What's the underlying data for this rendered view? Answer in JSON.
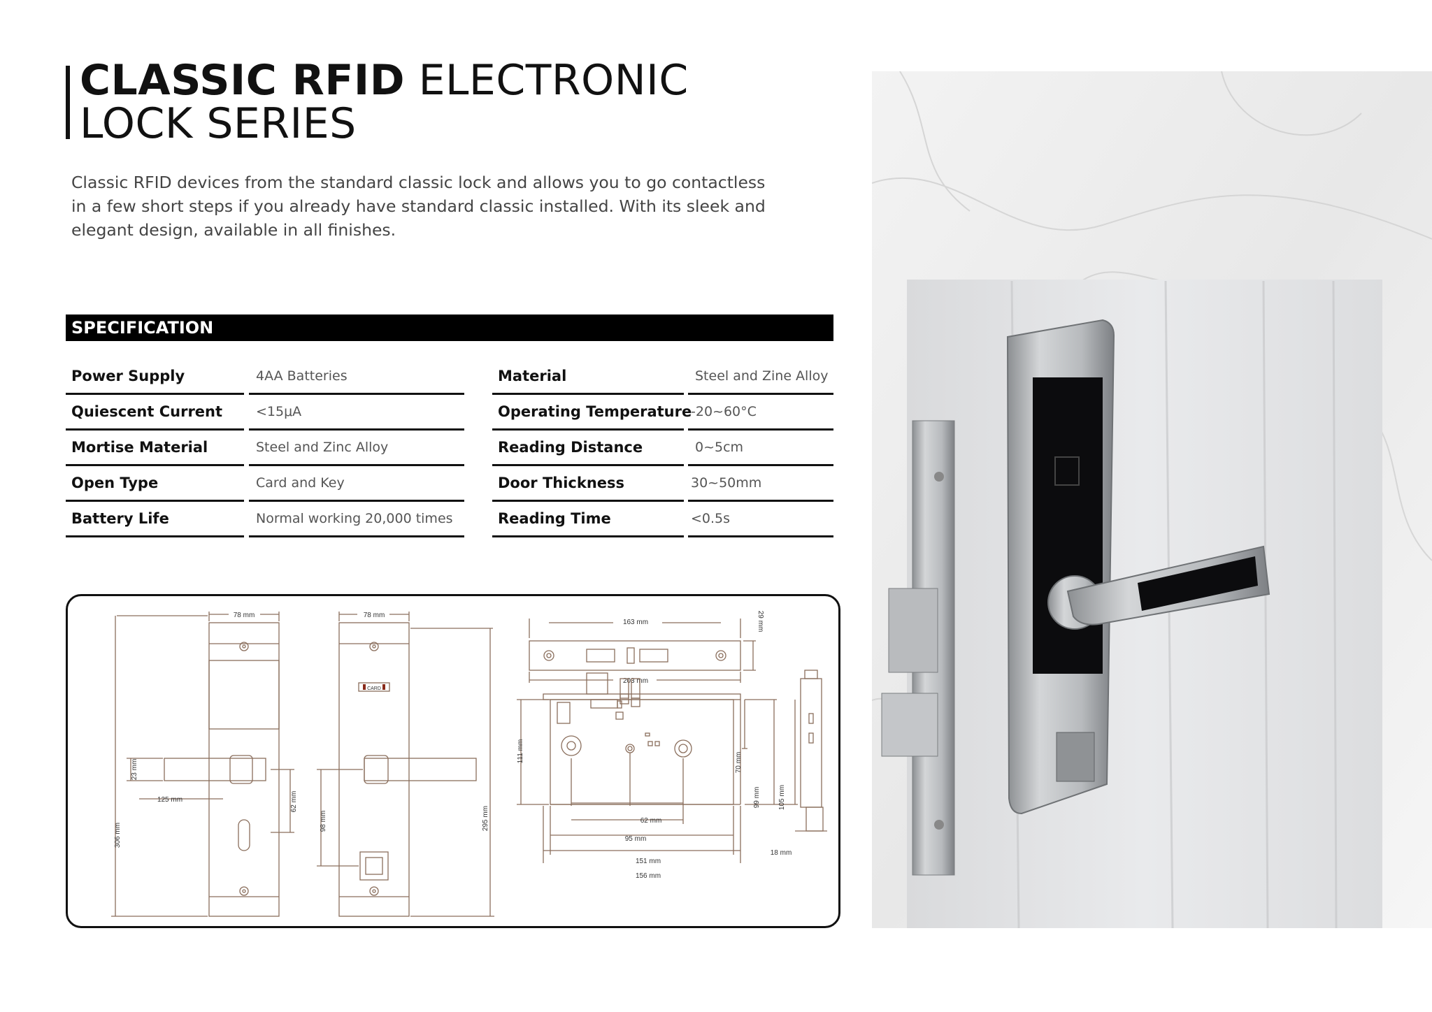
{
  "title": {
    "bold": "CLASSIC RFID",
    "light1": "ELECTRONIC",
    "light2": "LOCK SERIES"
  },
  "intro": "Classic RFID devices from the standard classic lock and allows you to go contactless in a few short steps if you already have standard classic installed. With its sleek and elegant design, available in all finishes.",
  "specification": {
    "heading": "SPECIFICATION",
    "left": [
      {
        "label": "Power Supply",
        "value": "4AA Batteries"
      },
      {
        "label": "Quiescent Current",
        "value": "<15μA"
      },
      {
        "label": "Mortise Material",
        "value": "Steel and Zinc Alloy"
      },
      {
        "label": "Open Type",
        "value": "Card and Key"
      },
      {
        "label": "Battery Life",
        "value": "Normal working 20,000 times"
      }
    ],
    "right": [
      {
        "label": "Material",
        "value": "Steel and Zine Alloy"
      },
      {
        "label": "Operating Temperature",
        "value": "-20~60°C"
      },
      {
        "label": "Reading Distance",
        "value": "0~5cm"
      },
      {
        "label": "Door Thickness",
        "value": "30~50mm"
      },
      {
        "label": "Reading Time",
        "value": "<0.5s"
      }
    ]
  },
  "diagram": {
    "front_width": "78 mm",
    "back_width": "78 mm",
    "dim_23": "23 mm",
    "dim_125": "125 mm",
    "dim_62": "62 mm",
    "dim_306": "306 mm",
    "dim_98": "98 mm",
    "dim_295": "295 mm",
    "card_label": "CARD",
    "dim_163": "163 mm",
    "dim_29": "29 mm",
    "dim_203": "203 mm",
    "dim_111": "111 mm",
    "dim_70": "70 mm",
    "dim_99": "99 mm",
    "dim_105": "105 mm",
    "dim_62b": "62 mm",
    "dim_95": "95 mm",
    "dim_151": "151 mm",
    "dim_156": "156 mm",
    "dim_18": "18 mm"
  },
  "colors": {
    "line": "#8a6e5c",
    "accent": "#000000"
  }
}
